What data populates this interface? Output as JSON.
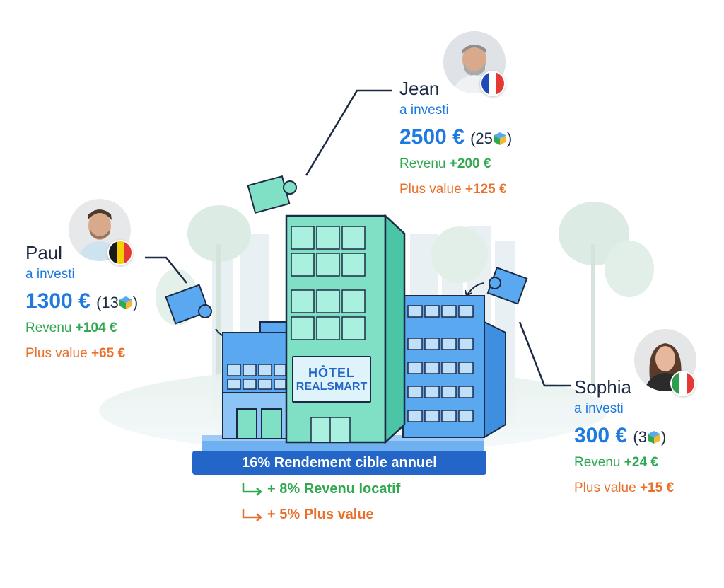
{
  "hotel": {
    "line1": "HÔTEL",
    "line2": "REALSMART"
  },
  "base_label": "16% Rendement cible annuel",
  "breakdown": [
    {
      "text": "+ 8% Revenu locatif",
      "color": "#2fa84f"
    },
    {
      "text": "+ 5% Plus value",
      "color": "#e8702a"
    }
  ],
  "investors": {
    "jean": {
      "name": "Jean",
      "invested_label": "a investi",
      "amount": "2500 €",
      "shares_open": "(25",
      "shares_close": ")",
      "revenue_label": "Revenu",
      "revenue": "+200 €",
      "gain_label": "Plus value",
      "gain": "+125 €",
      "flag": "france-flag"
    },
    "paul": {
      "name": "Paul",
      "invested_label": "a investi",
      "amount": "1300 €",
      "shares_open": "(13",
      "shares_close": ")",
      "revenue_label": "Revenu",
      "revenue": "+104 €",
      "gain_label": "Plus value",
      "gain": "+65 €",
      "flag": "belgium-flag"
    },
    "sophia": {
      "name": "Sophia",
      "invested_label": "a investi",
      "amount": "300 €",
      "shares_open": "(3",
      "shares_close": ")",
      "revenue_label": "Revenu",
      "revenue": "+24 €",
      "gain_label": "Plus value",
      "gain": "+15 €",
      "flag": "italy-flag"
    }
  },
  "colors": {
    "accent_blue": "#1f7ae0",
    "green": "#2fa84f",
    "orange": "#e8702a",
    "hotel_teal": "#7fe0c6",
    "building_blue": "#5aa8f0",
    "base_blue": "#2466c8"
  }
}
